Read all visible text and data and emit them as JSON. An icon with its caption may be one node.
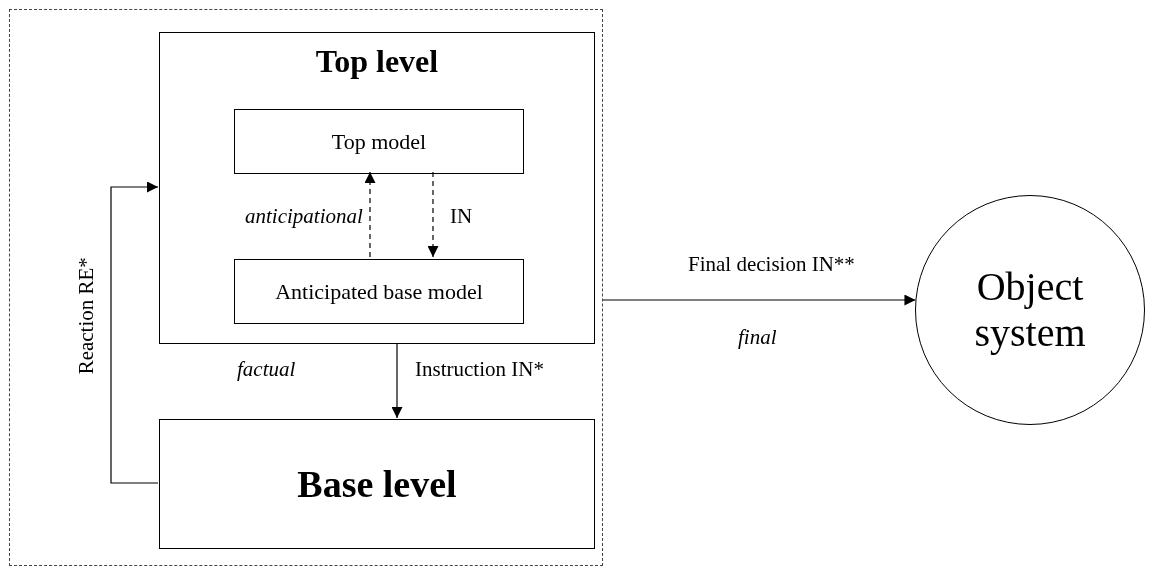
{
  "diagram": {
    "nodes": [
      {
        "text": [],
        "shape": "box"
      },
      {
        "text": [
          "Top level"
        ],
        "in": 0
      },
      {
        "text": [
          "Top model"
        ],
        "in": 1
      },
      {
        "text": [
          "Anticipated base model"
        ],
        "in": 1
      },
      {
        "text": [
          "Base level"
        ],
        "in": 0
      },
      {
        "text": [
          "Object system"
        ]
      }
    ],
    "edges": [
      {
        "from": 3,
        "to": 2,
        "arrow": "to",
        "style": "dashed",
        "label": "anticipational"
      },
      {
        "from": 2,
        "to": 3,
        "arrow": "to",
        "style": "dashed",
        "label": "IN"
      },
      {
        "from": 1,
        "to": 4,
        "arrow": "to",
        "label": "Instruction IN*"
      },
      {
        "from": 4,
        "to": 1,
        "arrow": "to",
        "label": "Reaction RE*"
      },
      {
        "from": 0,
        "to": 5,
        "arrow": "to",
        "label": "Final decision IN**"
      }
    ],
    "labels": [
      "factual",
      "final"
    ]
  }
}
